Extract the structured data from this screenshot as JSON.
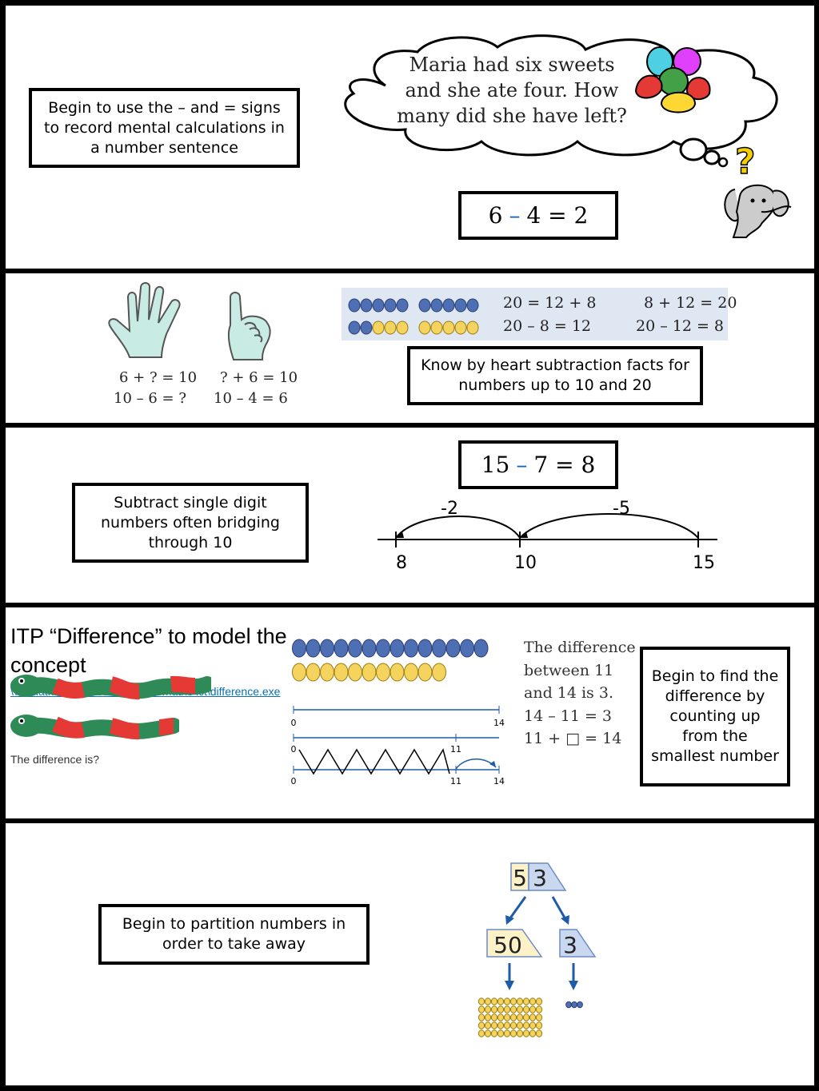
{
  "section1": {
    "label": "Begin to use the – and = signs to record mental calculations in a number sentence",
    "thought": "Maria had six sweets and she ate four. How many did she have left?",
    "question_mark": "?",
    "equation": {
      "left": "6",
      "op": "–",
      "right": "4 = 2"
    }
  },
  "section2": {
    "hand_facts": [
      "6 + ? = 10",
      "? + 6 = 10",
      "10 – 6 = ?",
      "10 – 4 = 6"
    ],
    "bead_facts": [
      "20 = 12 + 8",
      "8 + 12 = 20",
      "20 – 8 = 12",
      "20 – 12 = 8"
    ],
    "label": "Know by heart subtraction facts for numbers up to 10 and 20"
  },
  "section3": {
    "equation": {
      "left": "15",
      "op": "–",
      "right": "7 = 8"
    },
    "label": "Subtract single digit numbers often bridging through 10",
    "jumps": [
      "-2",
      "-5"
    ],
    "ticks": [
      "8",
      "10",
      "15"
    ]
  },
  "section4": {
    "title": "ITP “Difference” to model the concept",
    "link": "\\\\...\\maths for schools\\itps and maths ict\\difference.exe",
    "snake_caption": "The difference is?",
    "difference_text": [
      "The difference",
      "between 11",
      "and 14 is 3.",
      "14 – 11 = 3",
      "11 + □ = 14"
    ],
    "line_labels": [
      "0",
      "14",
      "0",
      "11",
      "0",
      "11",
      "14"
    ],
    "label": "Begin to find the difference by counting up from the smallest number"
  },
  "section5": {
    "label": "Begin to partition numbers in order to take away",
    "number": {
      "tens": "5",
      "ones": "3"
    },
    "parts": [
      "50",
      "3"
    ]
  }
}
